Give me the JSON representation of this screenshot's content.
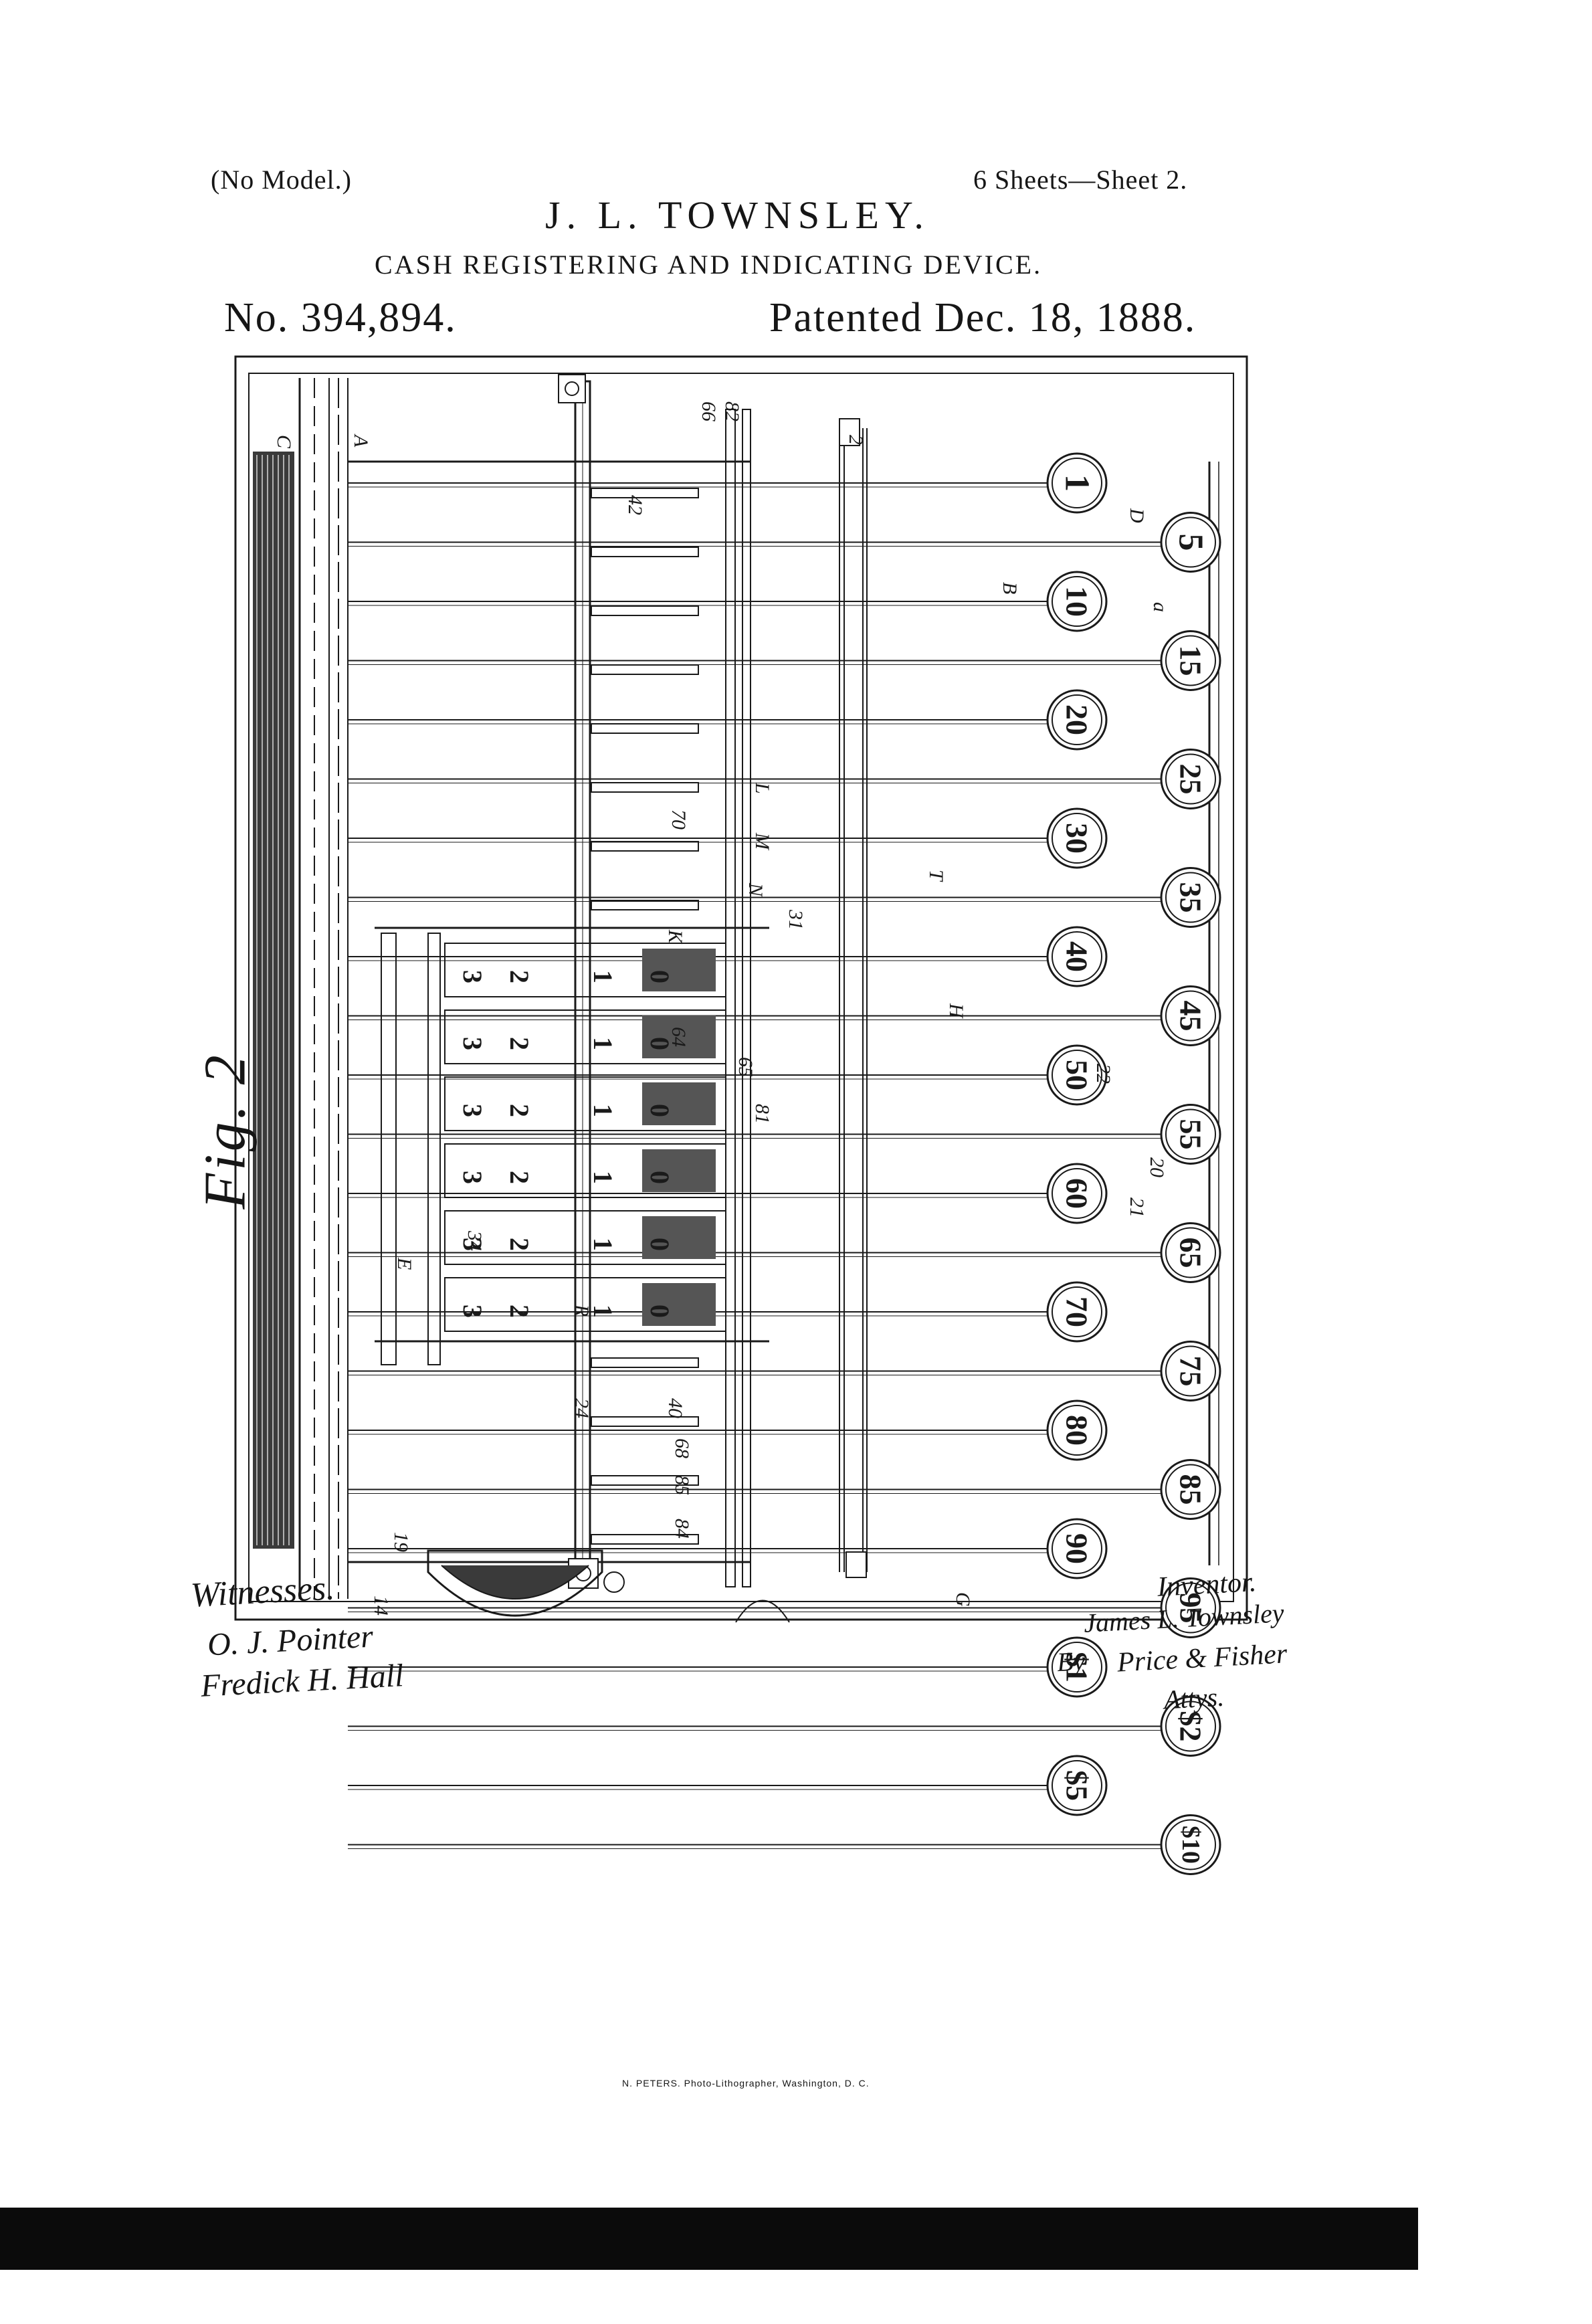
{
  "header": {
    "model_note": "(No Model.)",
    "sheets": "6 Sheets—Sheet 2.",
    "inventor": "J. L. TOWNSLEY.",
    "title": "CASH REGISTERING AND INDICATING DEVICE.",
    "patent_number": "No. 394,894.",
    "patented_date": "Patented Dec. 18, 1888."
  },
  "figure": {
    "label": "Fig. 2"
  },
  "keys": {
    "upper_row": [
      "1",
      "10",
      "20",
      "30",
      "40",
      "50",
      "60",
      "70",
      "80",
      "90",
      "$1",
      "$5"
    ],
    "lower_row": [
      "5",
      "15",
      "25",
      "35",
      "45",
      "55",
      "65",
      "75",
      "85",
      "95",
      "$2",
      "$10"
    ]
  },
  "indicator_tablets": [
    [
      "3",
      "2",
      "1",
      "0"
    ],
    [
      "3",
      "2",
      "1",
      "0"
    ],
    [
      "3",
      "2",
      "1",
      "0"
    ],
    [
      "3",
      "2",
      "1",
      "0"
    ],
    [
      "3",
      "2",
      "1",
      "0"
    ],
    [
      "3",
      "2",
      "1",
      "0"
    ]
  ],
  "reference_labels": [
    "C",
    "A",
    "D",
    "B",
    "a",
    "L",
    "M",
    "N",
    "K",
    "R",
    "E",
    "G",
    "H",
    "T",
    "2",
    "19",
    "14",
    "24",
    "22",
    "20",
    "21",
    "31",
    "34",
    "40",
    "42",
    "64",
    "65",
    "66",
    "68",
    "70",
    "81",
    "82",
    "84",
    "85"
  ],
  "signatures": {
    "witnesses_label": "Witnesses.",
    "witness_1": "O. J. Pointer",
    "witness_2": "Fredick H. Hall",
    "inventor_label": "Inventor.",
    "inventor_signature": "James L. Townsley",
    "attorney_by": "By",
    "attorney_signature": "Price & Fisher",
    "attorneys_label": "Attys."
  },
  "footer": {
    "printer": "N. PETERS. Photo-Lithographer, Washington, D. C."
  }
}
